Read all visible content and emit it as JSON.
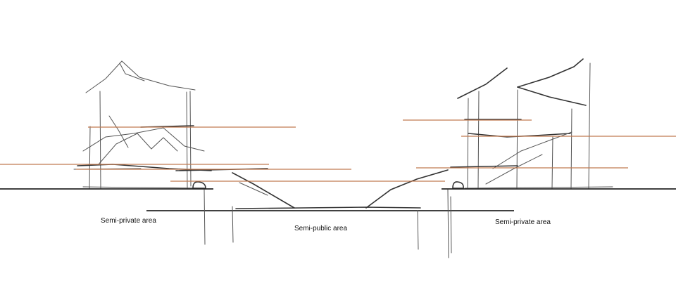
{
  "labels": {
    "left": "Semi-private area",
    "middle": "Semi-public area",
    "right": "Semi-private area"
  },
  "colors": {
    "ground_line": "#000000",
    "sight_lines": "#c07a50",
    "pencil": "#555555",
    "background": "#ffffff"
  }
}
